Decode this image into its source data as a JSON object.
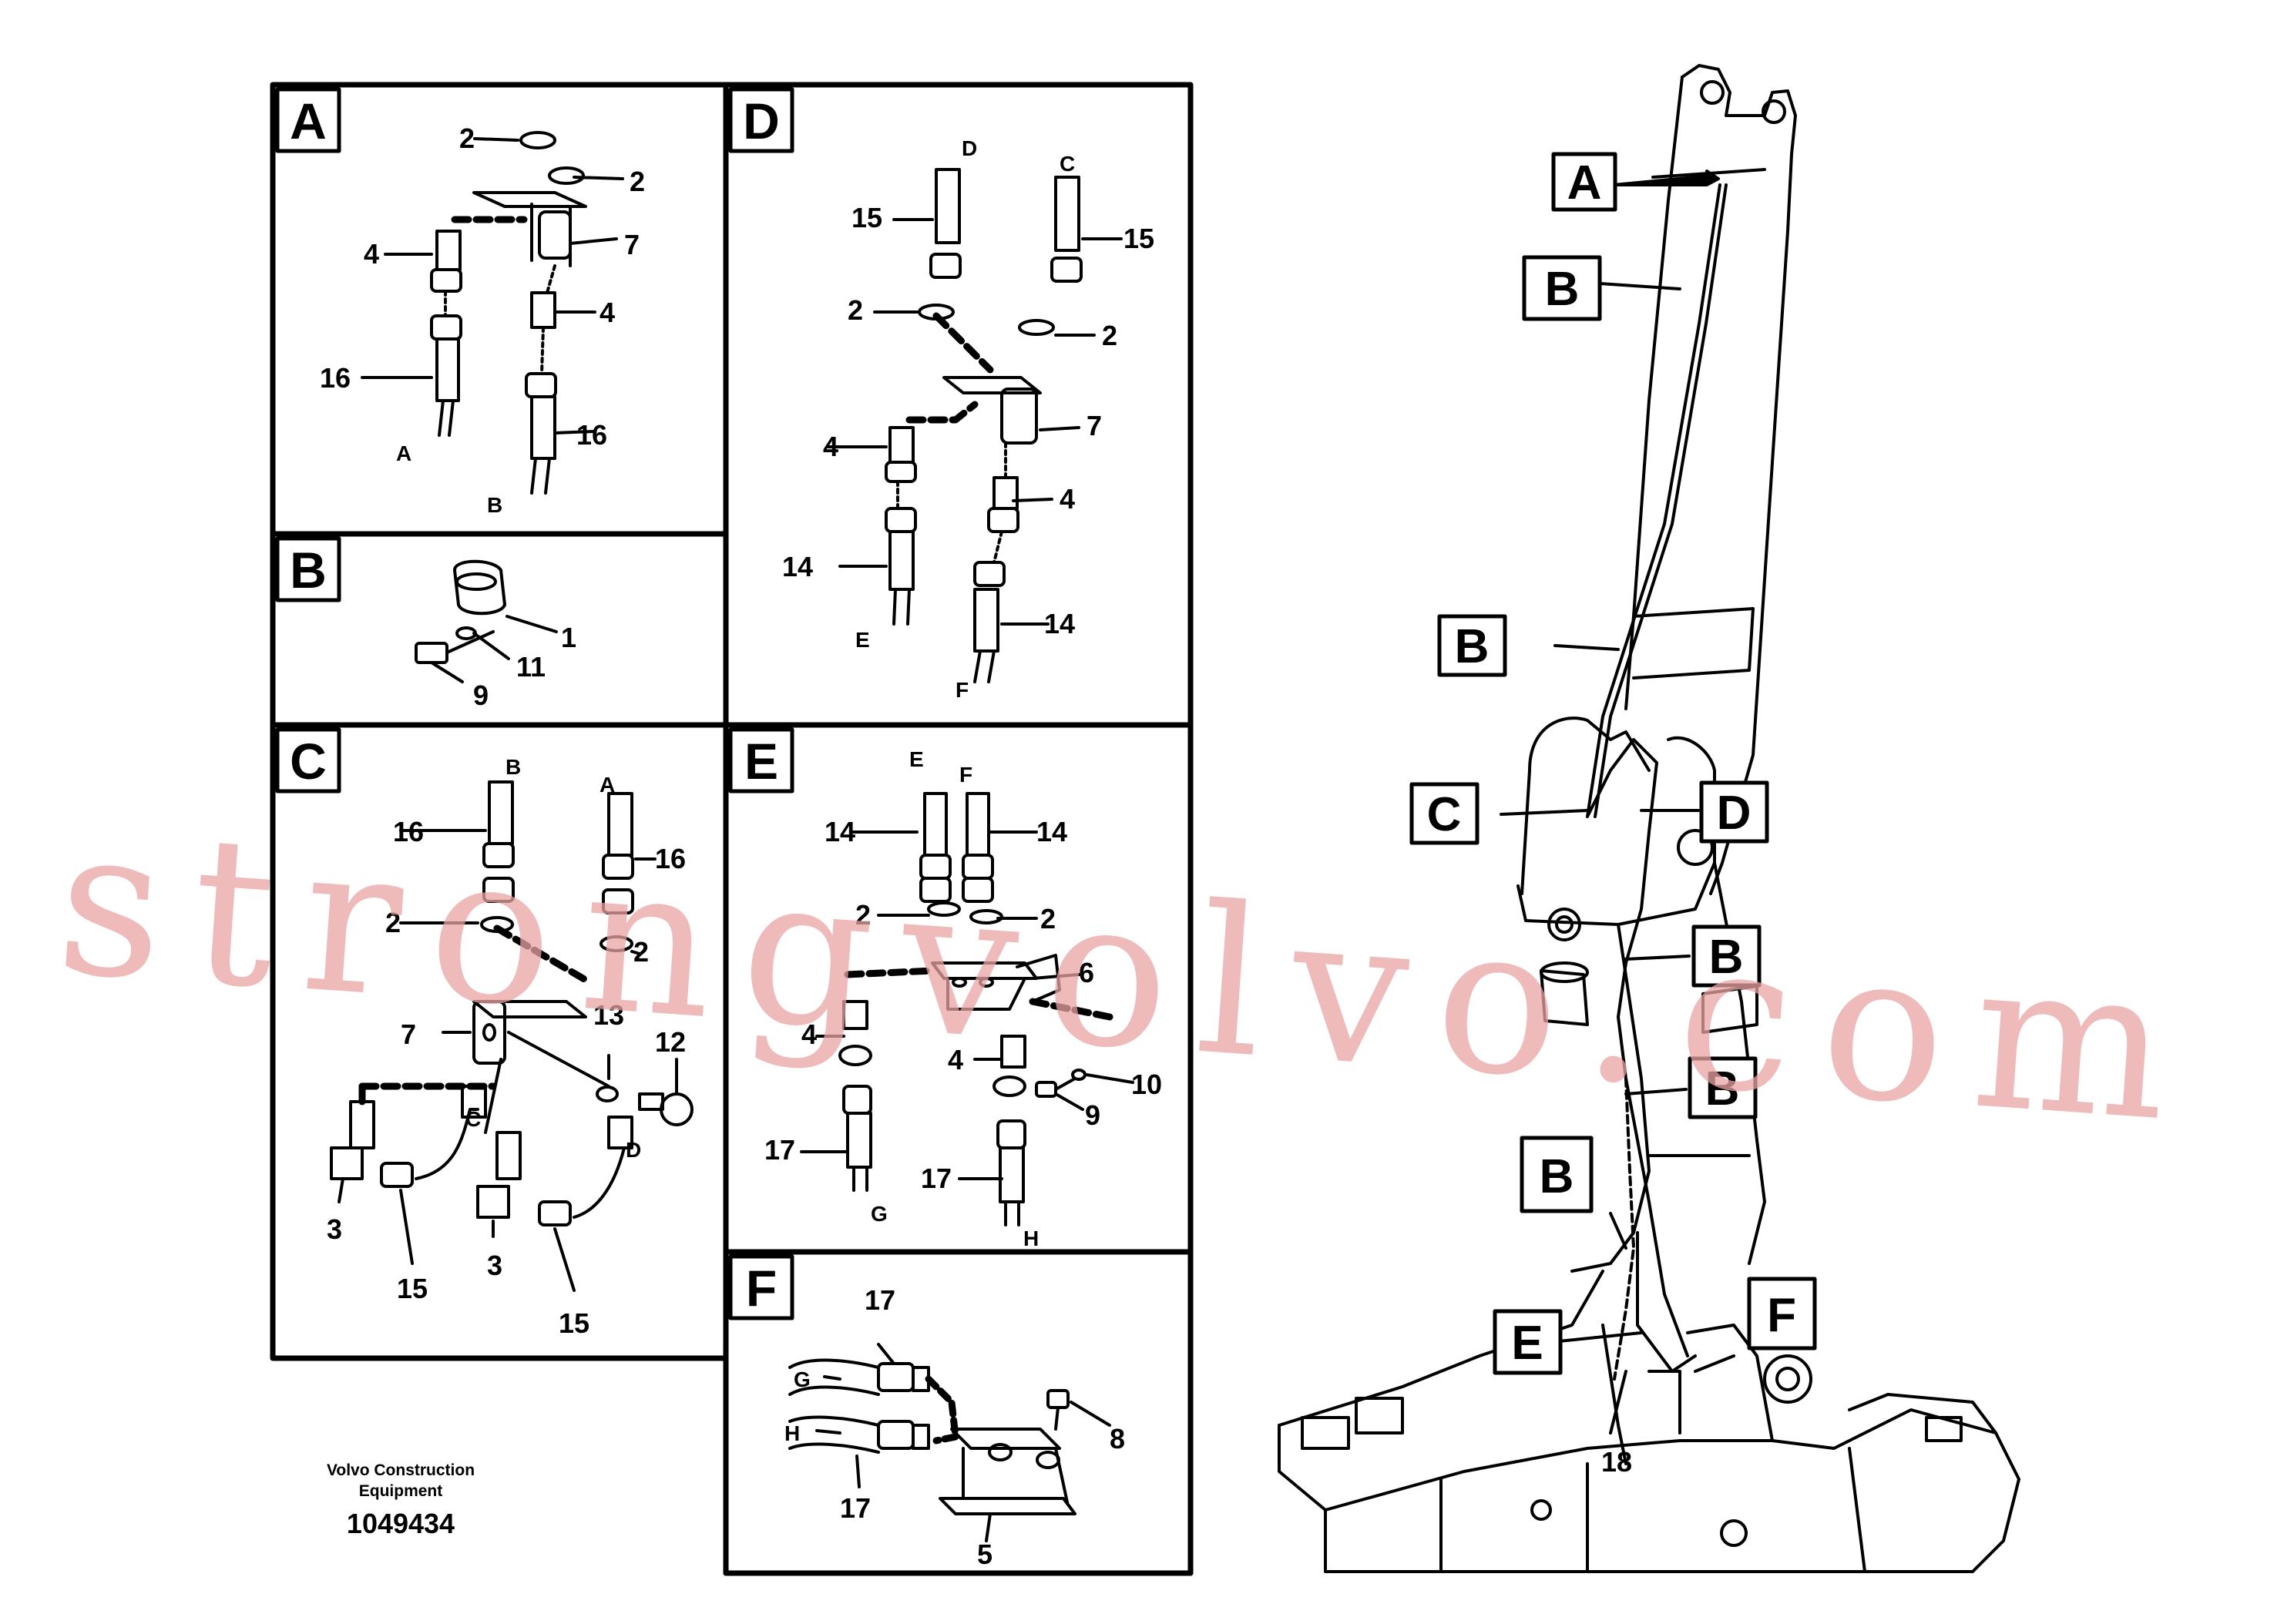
{
  "watermark": "strongvolvo.com",
  "footer": {
    "company_line1": "Volvo Construction",
    "company_line2": "Equipment",
    "drawing_number": "1049434"
  },
  "panels": {
    "A": {
      "letter": "A",
      "labels": {
        "n1": "2",
        "n2": "2",
        "n3": "4",
        "n4": "7",
        "n5": "4",
        "n6": "16",
        "n7": "16",
        "n8": "A",
        "n9": "B"
      }
    },
    "B": {
      "letter": "B",
      "labels": {
        "n1": "1",
        "n2": "11",
        "n3": "9"
      }
    },
    "C": {
      "letter": "C",
      "labels": {
        "n1": "B",
        "n2": "A",
        "n3": "16",
        "n4": "16",
        "n5": "2",
        "n6": "2",
        "n7": "7",
        "n8": "13",
        "n9": "12",
        "n10": "C",
        "n11": "D",
        "n12": "3",
        "n13": "15",
        "n14": "3",
        "n15": "15"
      }
    },
    "D": {
      "letter": "D",
      "labels": {
        "n1": "D",
        "n2": "C",
        "n3": "15",
        "n4": "15",
        "n5": "2",
        "n6": "2",
        "n7": "7",
        "n8": "4",
        "n9": "4",
        "n10": "14",
        "n11": "14",
        "n12": "E",
        "n13": "F"
      }
    },
    "E": {
      "letter": "E",
      "labels": {
        "n1": "E",
        "n2": "F",
        "n3": "14",
        "n4": "14",
        "n5": "2",
        "n6": "2",
        "n7": "6",
        "n8": "4",
        "n9": "4",
        "n10": "10",
        "n11": "9",
        "n12": "17",
        "n13": "17",
        "n14": "G",
        "n15": "H"
      }
    },
    "F": {
      "letter": "F",
      "labels": {
        "n1": "17",
        "n2": "G",
        "n3": "H",
        "n4": "8",
        "n5": "17",
        "n6": "5"
      }
    }
  },
  "machine_callouts": {
    "a": "A",
    "b1": "B",
    "b2": "B",
    "c": "C",
    "d": "D",
    "b3": "B",
    "b4": "B",
    "b5": "B",
    "e": "E",
    "f": "F",
    "n18": "18"
  }
}
